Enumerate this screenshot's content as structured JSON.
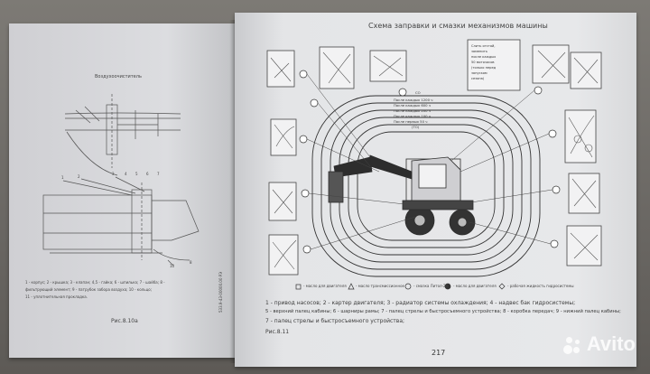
{
  "left_page": {
    "heading": "Воздухоочиститель",
    "legend_line1": "1 - корпус; 2 - крышка; 3 - клапан; 4,5 - гайка; 6 - шпилька; 7 - шайба; 8 -",
    "legend_line2": "фильтрующий элемент; 9 - патрубок забора воздуха; 10 - кольцо;",
    "legend_line3": "11 - уплотнительная прокладка.",
    "figure_caption": "Рис.8.10a",
    "vertical_code": "533.9-43-00000.00 РЭ"
  },
  "right_page": {
    "title": "Схема заправки и смазки механизмов машины",
    "note_box": [
      "Слить отстой,",
      "заменить",
      "после каждых",
      "50 моточасов",
      "(только перед",
      "запуском",
      "сезона)"
    ],
    "center_legend": [
      "СО",
      "После каждых 1200 ч",
      "После каждых 600 ч",
      "После каждых 200 ч",
      "После каждых 100 ч",
      "После первых 50 ч",
      "(ТО)"
    ],
    "symbol_legend": [
      {
        "symbol": "square",
        "label": "- масло для двигателя"
      },
      {
        "symbol": "triangle",
        "label": "- масло трансмиссионное"
      },
      {
        "symbol": "circle",
        "label": "- смазка Литол-24"
      },
      {
        "symbol": "filled-circle",
        "label": "- масло для двигателя"
      },
      {
        "symbol": "diamond",
        "label": "- рабочая жидкость гидросистемы"
      }
    ],
    "legend_line1": "1 - привод насосов; 2 - картер двигателя; 3 - радиатор системы охлаждения; 4 - надвес бак гидросистемы;",
    "legend_line2": "5 - верхний палец кабины; 6 - шарниры рамы; 7 - палец стрелы и быстросъемного устройства; 8 - коробка передач; 9 - нижний палец кабины;",
    "legend_line3": "7 - палец стрелы и быстросъемного устройства;",
    "figure_caption": "Рис.8.11",
    "page_number": "217"
  },
  "watermark": {
    "brand": "Avito"
  }
}
